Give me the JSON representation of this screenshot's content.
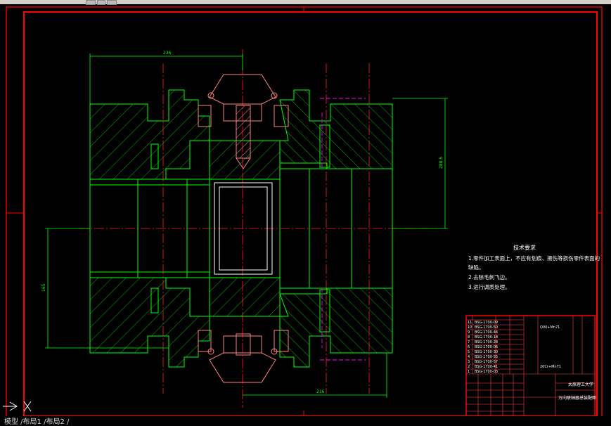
{
  "tech_requirements": {
    "title": "技术要求",
    "items": [
      "1.零件加工表面上，不应有划痕、擦伤等损伤零件表面的",
      "缺陷。",
      "2.去除毛刺飞边。",
      "3.进行调质处理。"
    ]
  },
  "dimensions": {
    "top_width": "236",
    "bottom_width": "216",
    "right_height": "288.5",
    "left_height": "165"
  },
  "parts_list": {
    "rows": [
      {
        "no": "11",
        "code": "BSG-1700-09"
      },
      {
        "no": "10",
        "code": "BSG-1700-50"
      },
      {
        "no": "9",
        "code": "BSG-1700-44"
      },
      {
        "no": "8",
        "code": "BSG-1700-18"
      },
      {
        "no": "7",
        "code": "BSG-1700-28"
      },
      {
        "no": "6",
        "code": "BSG-1700-06"
      },
      {
        "no": "5",
        "code": "BSG-1700-30"
      },
      {
        "no": "4",
        "code": "BSG-1700-55"
      },
      {
        "no": "3",
        "code": "BSG-1700-57"
      },
      {
        "no": "2",
        "code": "BSG-1700-41"
      },
      {
        "no": "1",
        "code": "BSG-1700-03"
      }
    ],
    "material_a": "Q00+Mn71",
    "material_b": "20Cr+Mn71"
  },
  "title_block": {
    "school": "太原理工大学",
    "drawing_name": "万向联轴器总装配图"
  },
  "status": {
    "text": "模型  /布局1  /布局2  /"
  },
  "colors": {
    "frame": "#ff0000",
    "geometry": "#00ff00",
    "bolt": "#ff7f7f",
    "hatch": "#00c000",
    "center": "#ff2020",
    "magenta": "#ff00ff",
    "text": "#ffffff"
  }
}
